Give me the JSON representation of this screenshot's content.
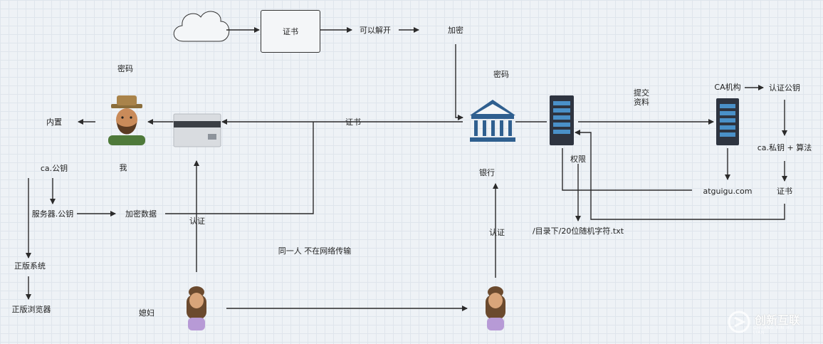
{
  "labels": {
    "certificate_box": "证书",
    "can_decrypt": "可以解开",
    "encrypt_top": "加密",
    "password_me": "密码",
    "builtin": "内置",
    "me": "我",
    "ca_pubkey": "ca.公钥",
    "server_pubkey": "服务器.公钥",
    "encrypted_data": "加密数据",
    "verify_mid": "认证",
    "genuine_system": "正版系统",
    "genuine_browser": "正版浏览器",
    "wife": "媳妇",
    "certificate_line": "证书",
    "same_person": "同一人 不在网络传输",
    "password_bank": "密码",
    "bank": "银行",
    "verify_bank": "认证",
    "submit_info": "提交\n资料",
    "ca_org": "CA机构",
    "verify_pubkey": "认证公钥",
    "ca_privkey_algo": "ca.私钥 + 算法",
    "certificate_right": "证书",
    "domain": "atguigu.com",
    "permission": "权限",
    "random_file": "/目录下/20位随机字符.txt"
  },
  "watermark": {
    "text": "创新互联",
    "sub": "CHUANG XIN HU LIAN"
  },
  "colors": {
    "line": "#2b2b2b",
    "bank_blue": "#2f5f8f",
    "server_dark": "#2e3440",
    "server_blue": "#4a90c8",
    "skin": "#c98b5a"
  }
}
